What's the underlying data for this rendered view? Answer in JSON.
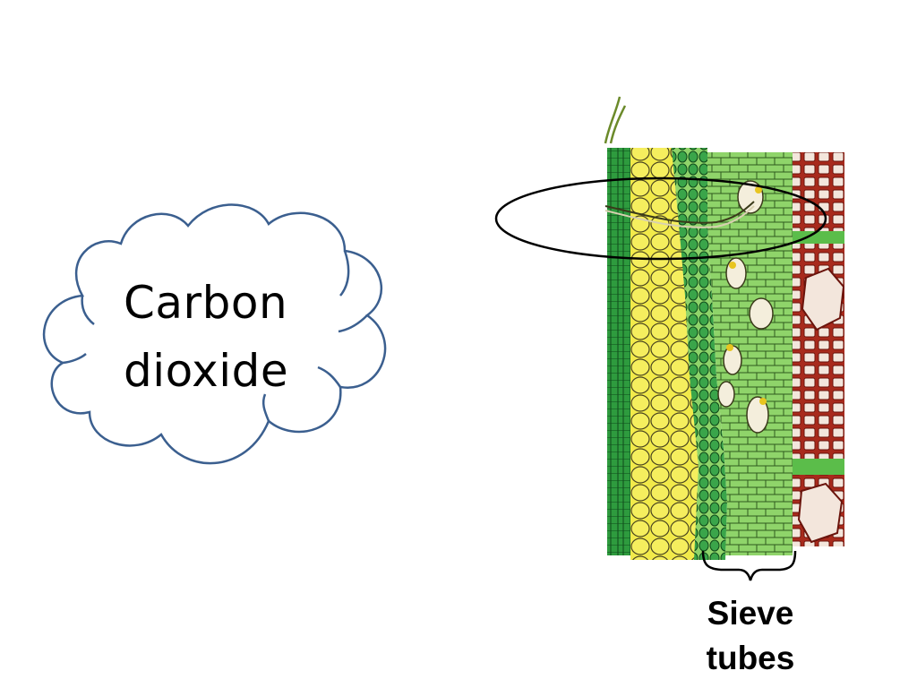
{
  "cloud": {
    "line1": "Carbon",
    "line2": "dioxide",
    "outline_color": "#3b5f8f"
  },
  "tissue_diagram": {
    "colors": {
      "dark_green": "#2e9b3e",
      "yellow": "#f2ea4a",
      "light_green": "#8fd46a",
      "mid_green": "#5bbd4a",
      "dark_red": "#a82a1c",
      "cell_line": "#2b2b1a"
    }
  },
  "labels": {
    "sieve_line1": "Sieve",
    "sieve_line2": "tubes"
  }
}
